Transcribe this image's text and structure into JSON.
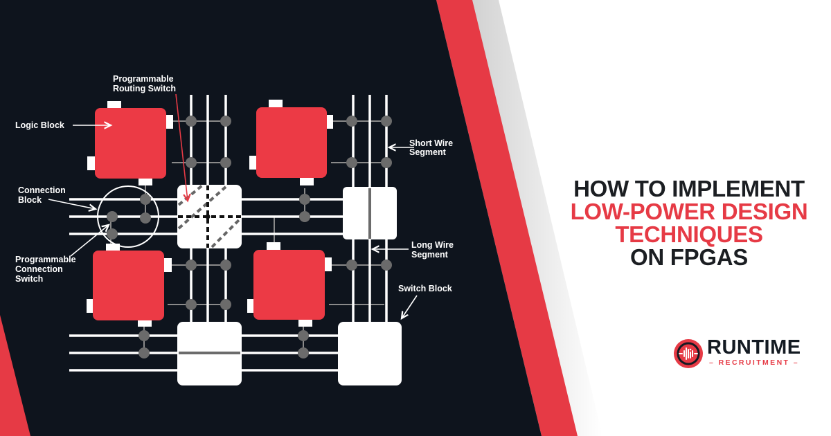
{
  "colors": {
    "background_dark": "#0e141d",
    "accent_red": "#e63a45",
    "logic_block_red": "#ec3a45",
    "switch_gray": "#6b6b6b",
    "wire_white": "#ffffff",
    "title_dark": "#1b1e22"
  },
  "diagram": {
    "labels": {
      "logic_block": "Logic Block",
      "programmable_routing_switch_l1": "Programmable",
      "programmable_routing_switch_l2": "Routing Switch",
      "connection_block_l1": "Connection",
      "connection_block_l2": "Block",
      "programmable_connection_switch_l1": "Programmable",
      "programmable_connection_switch_l2": "Connection",
      "programmable_connection_switch_l3": "Switch",
      "short_wire_segment_l1": "Short Wire",
      "short_wire_segment_l2": "Segment",
      "long_wire_segment_l1": "Long Wire",
      "long_wire_segment_l2": "Segment",
      "switch_block": "Switch Block"
    },
    "logic_blocks": 4,
    "switch_blocks": 4
  },
  "headline": {
    "line1": "HOW TO IMPLEMENT",
    "line2": "LOW-POWER DESIGN",
    "line3": "TECHNIQUES",
    "line4": "ON FPGAS"
  },
  "logo": {
    "icon": "sound-wave-circle-icon",
    "wordmark": "RUNTIME",
    "subtitle": "RECRUITMENT"
  }
}
